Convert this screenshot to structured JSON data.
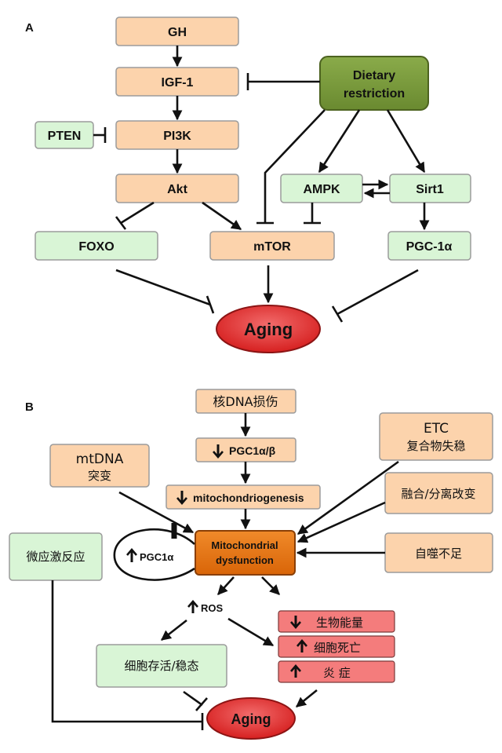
{
  "panelA": {
    "label": "A",
    "gh": "GH",
    "igf1": "IGF-1",
    "pi3k": "PI3K",
    "pten": "PTEN",
    "akt": "Akt",
    "foxo": "FOXO",
    "mtor": "mTOR",
    "dietary_line1": "Dietary",
    "dietary_line2": "restriction",
    "ampk": "AMPK",
    "sirt1": "Sirt1",
    "pgc1a": "PGC-1α",
    "aging": "Aging"
  },
  "panelB": {
    "label": "B",
    "nuclear_dna": "核DNA损伤",
    "pgc_down": "PGC1α/β",
    "mitobio": "mitochondriogenesis",
    "etc_line1": "ETC",
    "etc_line2": "复合物失稳",
    "mtdna_line1": "mtDNA",
    "mtdna_line2": "突变",
    "fusion": "融合/分离改变",
    "mito_line1": "Mitochondrial",
    "mito_line2": "dysfunction",
    "autophagy": "自噬不足",
    "stress": "微应激反应",
    "pgc1a_up": "PGC1α",
    "ros": "ROS",
    "bioenergy": "生物能量",
    "cell_death": "细胞死亡",
    "inflammation": "炎 症",
    "survival": "细胞存活/稳态",
    "aging": "Aging"
  },
  "colors": {
    "peach": "#fcd3ac",
    "green_box": "#d9f5d6",
    "dietary": "#77933c",
    "mito": "#e36c09",
    "aging": "#e52a2a",
    "red_box": "#f47c7c"
  }
}
